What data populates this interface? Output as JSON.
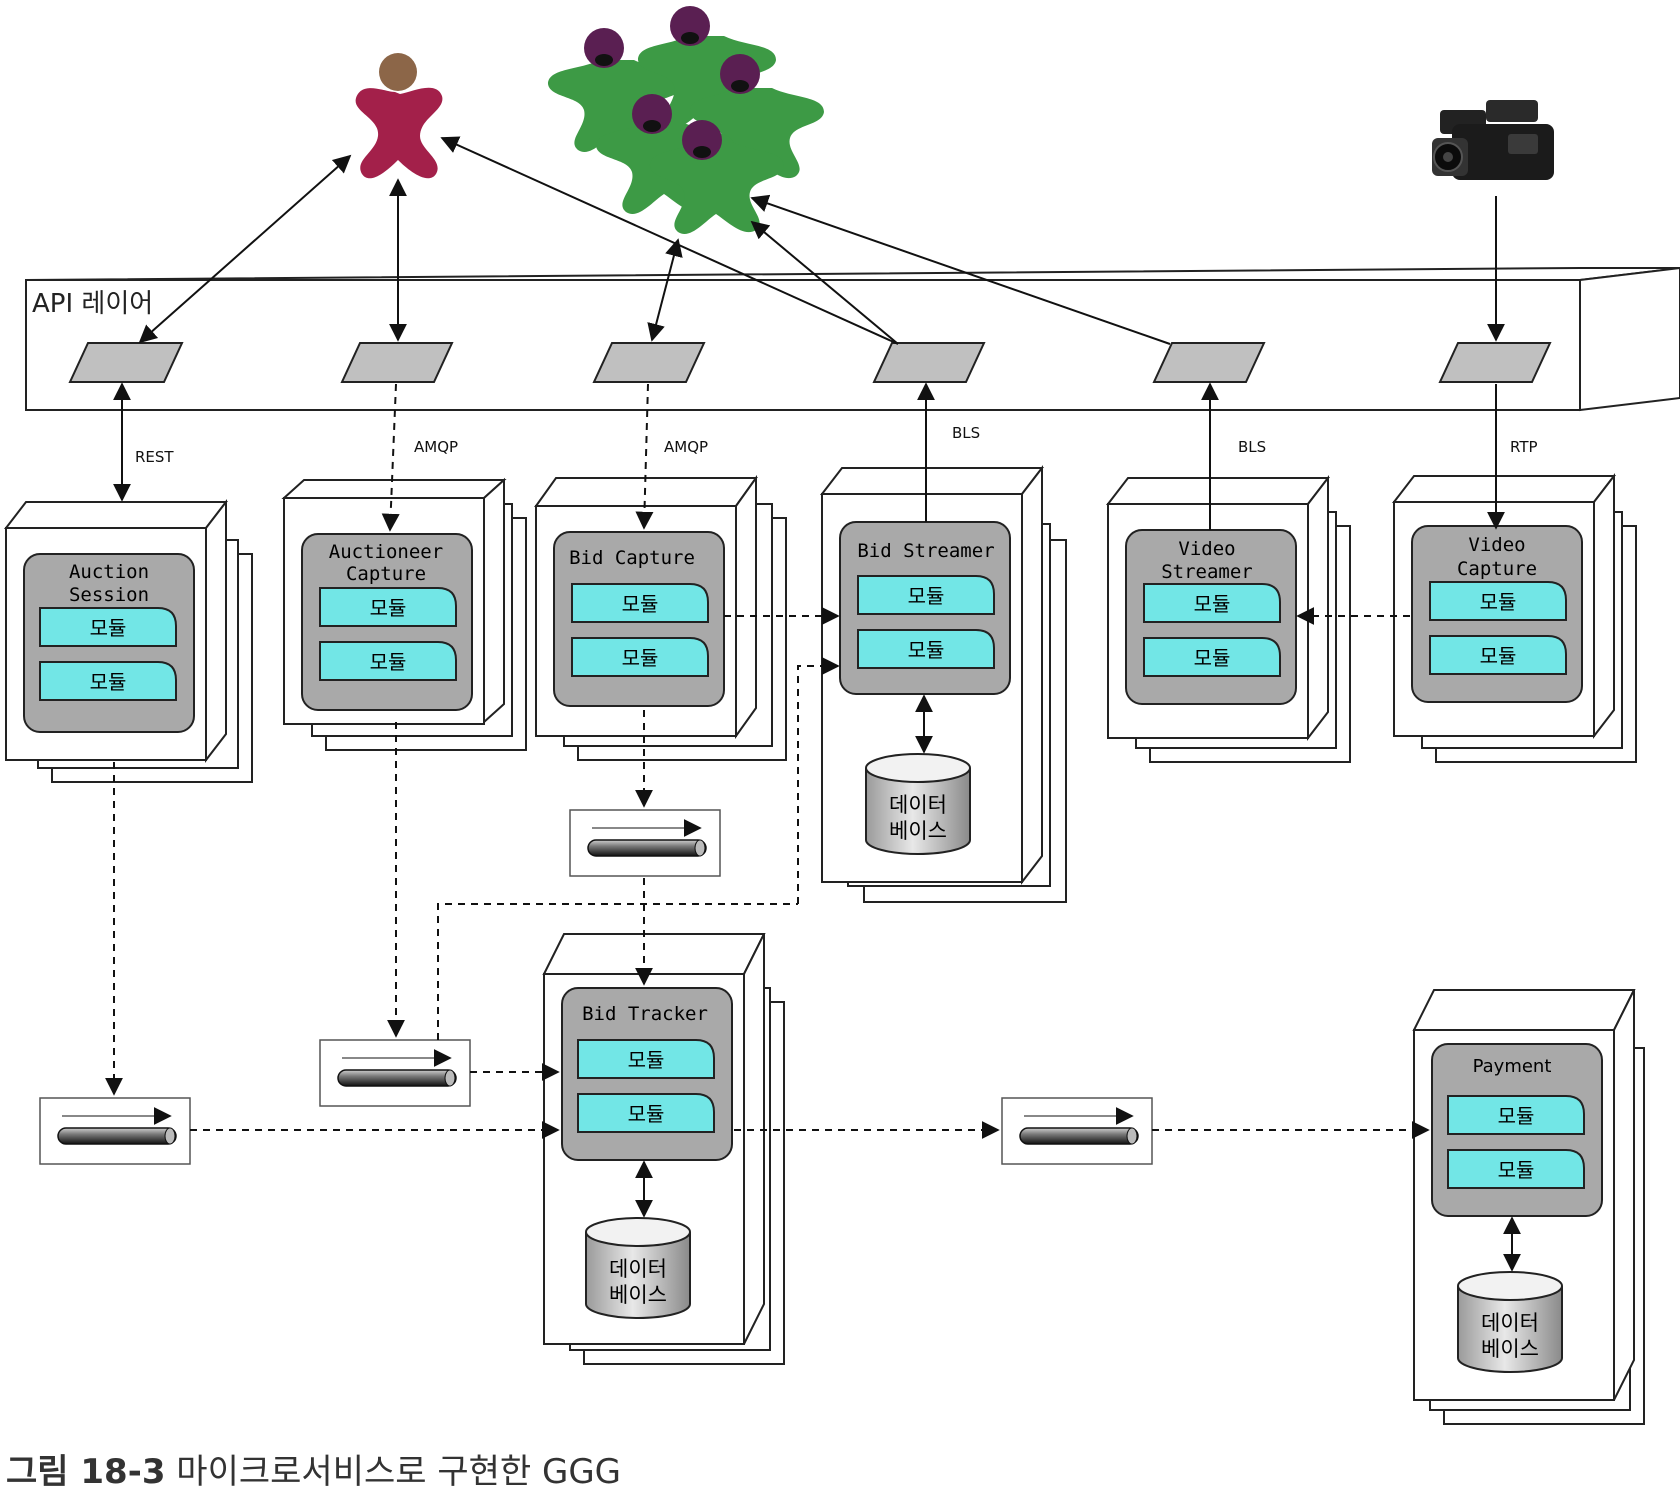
{
  "api_layer": {
    "label": "API 레이어"
  },
  "protocols": {
    "rest": "REST",
    "amqp1": "AMQP",
    "amqp2": "AMQP",
    "bls1": "BLS",
    "bls2": "BLS",
    "rtp": "RTP"
  },
  "module_label": "모듈",
  "services": {
    "auction_session": {
      "line1": "Auction",
      "line2": "Session"
    },
    "auctioneer_capture": {
      "line1": "Auctioneer",
      "line2": "Capture"
    },
    "bid_capture": {
      "line1": "Bid Capture"
    },
    "bid_streamer": {
      "line1": "Bid Streamer"
    },
    "video_streamer": {
      "line1": "Video",
      "line2": "Streamer"
    },
    "video_capture": {
      "line1": "Video",
      "line2": "Capture"
    },
    "bid_tracker": {
      "line1": "Bid Tracker"
    },
    "payment": {
      "line1": "Payment"
    }
  },
  "database": {
    "line1": "데이터",
    "line2": "베이스"
  },
  "caption": {
    "figure": "그림 18-3",
    "text": "마이크로서비스로 구현한 GGG"
  },
  "colors": {
    "module": "#72e6e6",
    "service_fill": "#a9a9a9",
    "auctioneer": "#a3204a",
    "bidders": "#3d9a45",
    "bidder_heads": "#5a1f52",
    "head_brown": "#8c6648"
  },
  "icons": [
    "auctioneer-figure-icon",
    "bidders-crowd-icon",
    "video-camera-icon"
  ]
}
